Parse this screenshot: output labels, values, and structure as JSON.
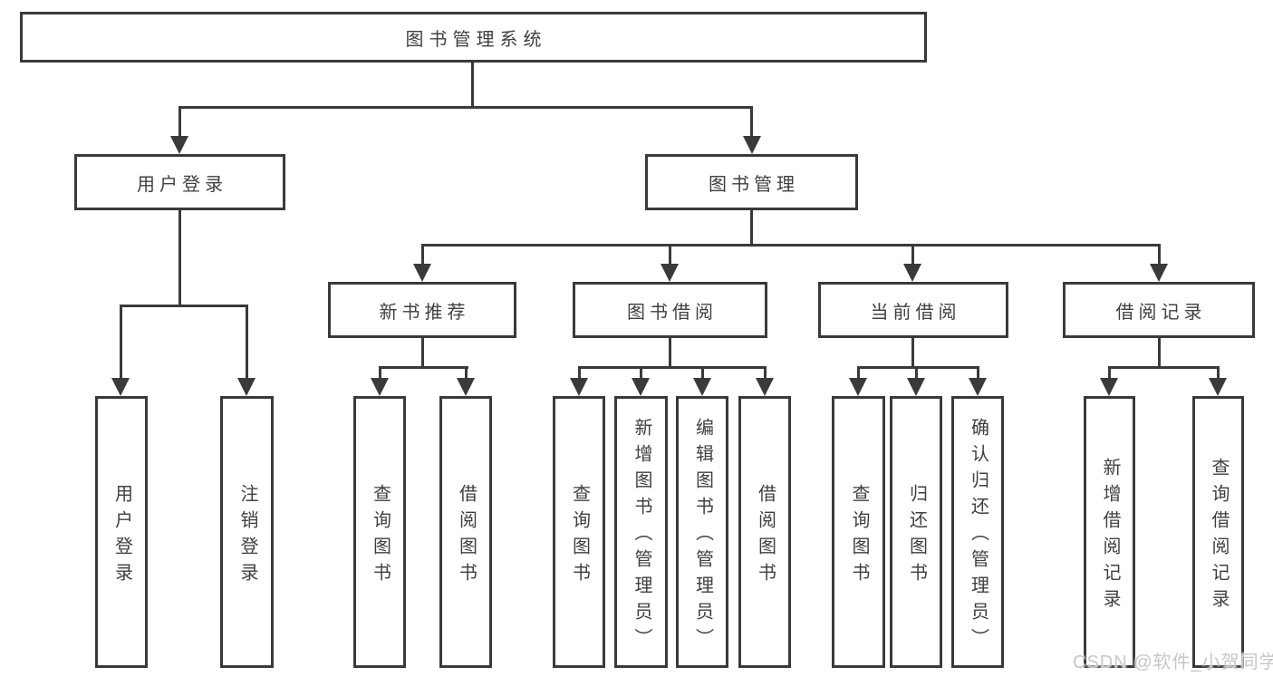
{
  "diagram_title": "图书管理系统",
  "tree": {
    "root": {
      "label": "图书管理系统",
      "children": [
        {
          "label": "用户登录",
          "children": [
            {
              "label": "用户登录"
            },
            {
              "label": "注销登录"
            }
          ]
        },
        {
          "label": "图书管理",
          "children": [
            {
              "label": "新书推荐",
              "children": [
                {
                  "label": "查询图书"
                },
                {
                  "label": "借阅图书"
                }
              ]
            },
            {
              "label": "图书借阅",
              "children": [
                {
                  "label": "查询图书"
                },
                {
                  "label": "新增图书（管理员）"
                },
                {
                  "label": "编辑图书（管理员）"
                },
                {
                  "label": "借阅图书"
                }
              ]
            },
            {
              "label": "当前借阅",
              "children": [
                {
                  "label": "查询图书"
                },
                {
                  "label": "归还图书"
                },
                {
                  "label": "确认归还（管理员）"
                }
              ]
            },
            {
              "label": "借阅记录",
              "children": [
                {
                  "label": "新增借阅记录"
                },
                {
                  "label": "查询借阅记录"
                }
              ]
            }
          ]
        }
      ]
    }
  },
  "watermark": {
    "text": "CSDN @软件_小贺同学"
  },
  "colors": {
    "line": "#3a3a3a",
    "text": "#404040",
    "background": "#ffffff",
    "watermark": "#c6c6c6"
  }
}
